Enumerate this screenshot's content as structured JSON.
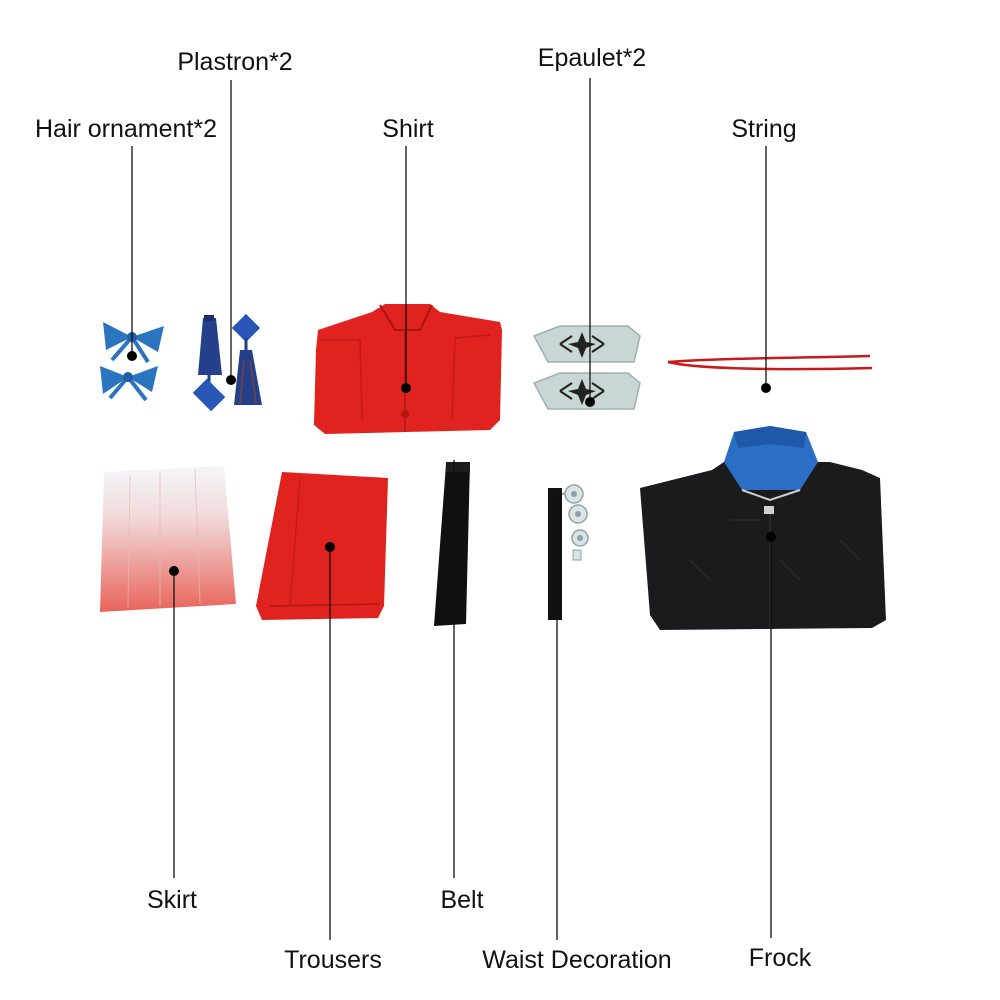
{
  "items": [
    {
      "id": "hair-ornament",
      "label": "Hair ornament*2"
    },
    {
      "id": "plastron",
      "label": "Plastron*2"
    },
    {
      "id": "shirt",
      "label": "Shirt"
    },
    {
      "id": "epaulet",
      "label": "Epaulet*2"
    },
    {
      "id": "string",
      "label": "String"
    },
    {
      "id": "skirt",
      "label": "Skirt"
    },
    {
      "id": "trousers",
      "label": "Trousers"
    },
    {
      "id": "belt",
      "label": "Belt"
    },
    {
      "id": "waist-decoration",
      "label": "Waist Decoration"
    },
    {
      "id": "frock",
      "label": "Frock"
    }
  ],
  "colors": {
    "shirt": "#e0231f",
    "trousers": "#e0231f",
    "frock": "#1b1b1d",
    "frock_collar": "#2b6fc4",
    "bow": "#2a74c0",
    "tassel": "#1f3f8a",
    "epaulet": "#c9d6d6",
    "string": "#c91a1a",
    "belt": "#101010",
    "skirt_top": "#f4f6fa",
    "skirt_bottom": "#e8645a"
  }
}
